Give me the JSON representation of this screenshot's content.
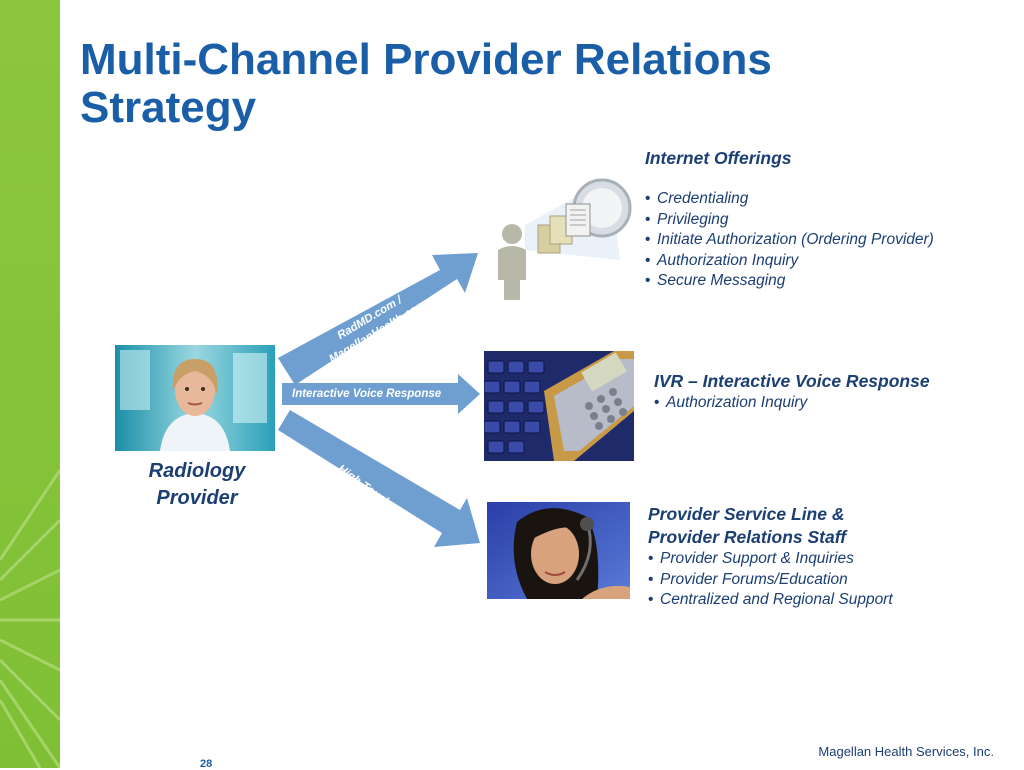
{
  "slide": {
    "title_line1": "Multi-Channel Provider Relations",
    "title_line2": "Strategy"
  },
  "provider": {
    "label_line1": "Radiology",
    "label_line2": "Provider",
    "image_desc": "radiology-provider-photo"
  },
  "arrows": {
    "web_label_line1": "RadMD.com /",
    "web_label_line2": "MagellanHealth.com",
    "ivr_label": "Interactive Voice Response",
    "touch_label": "High Touch"
  },
  "internet": {
    "heading": "Internet Offerings",
    "items": [
      "Credentialing",
      "Privileging",
      "Initiate Authorization (Ordering Provider)",
      "Authorization Inquiry",
      "Secure Messaging"
    ]
  },
  "ivr": {
    "heading": "IVR – Interactive Voice Response",
    "items": [
      "Authorization Inquiry"
    ]
  },
  "staff": {
    "heading_line1": "Provider Service Line &",
    "heading_line2": "Provider Relations Staff",
    "items": [
      "Provider Support & Inquiries",
      "Provider Forums/Education",
      "Centralized and Regional Support"
    ]
  },
  "footer": {
    "company": "Magellan Health Services, Inc.",
    "page_number": "28"
  },
  "colors": {
    "title": "#1a5ea8",
    "text": "#1b3e73",
    "arrow": "#6f9fd0",
    "sidebar": "#8cc63f"
  }
}
